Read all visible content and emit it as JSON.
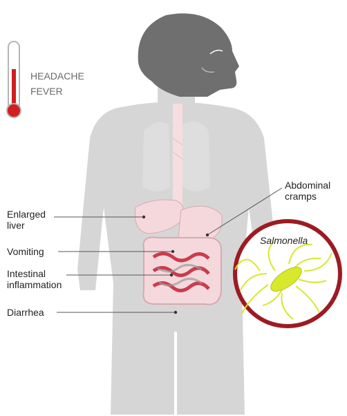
{
  "symptoms": {
    "headache": "HEADACHE",
    "fever": "FEVER"
  },
  "labels": {
    "enlarged_liver_1": "Enlarged",
    "enlarged_liver_2": "liver",
    "vomiting": "Vomiting",
    "intestinal_1": "Intestinal",
    "intestinal_2": "inflammation",
    "diarrhea": "Diarrhea",
    "abdominal_1": "Abdominal",
    "abdominal_2": "cramps"
  },
  "pathogen": {
    "name": "Salmonella"
  },
  "colors": {
    "head": "#6f6f6f",
    "body": "#d6d6d6",
    "organs": "#f4d8dc",
    "intestine": "#c93c4c",
    "circle_border": "#9c1b22",
    "bacterium": "#d8e82c",
    "mercury": "#d11f1f"
  },
  "icons": {
    "thermometer": "thermometer-icon",
    "bacterium": "bacterium-icon"
  }
}
